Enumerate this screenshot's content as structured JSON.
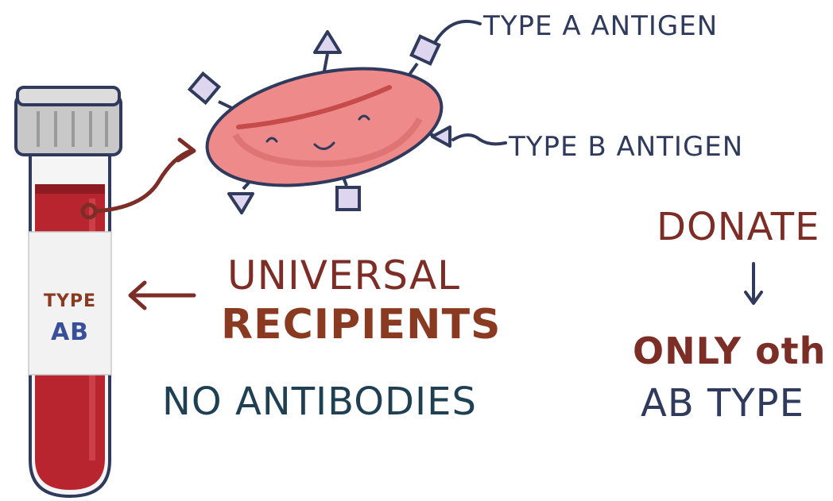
{
  "tube": {
    "label_line1": "TYPE",
    "label_line2": "AB"
  },
  "cell": {
    "antigen_a_label": "TYPE A ANTIGEN",
    "antigen_b_label": "TYPE B ANTIGEN"
  },
  "recipient": {
    "line1": "UNIVERSAL",
    "line2": "RECIPIENTS",
    "antibodies": "NO ANTIBODIES"
  },
  "donate": {
    "title": "DONATE",
    "arrow": "↓",
    "line1": "ONLY oth",
    "line2": "AB TYPE"
  },
  "colors": {
    "blood": "#b8252f",
    "cell": "#ee8a8a",
    "antigen": "#ddd6ee",
    "outline": "#2f3a5c",
    "arrow": "#7b2d26"
  }
}
